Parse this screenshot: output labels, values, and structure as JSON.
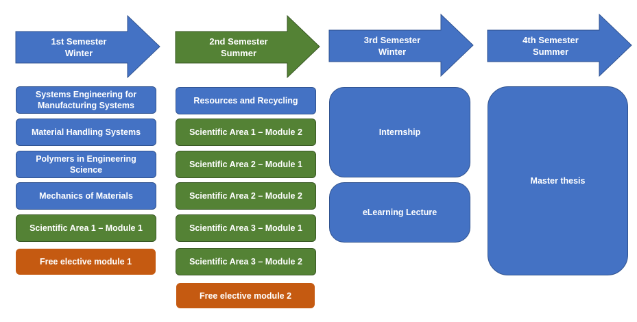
{
  "semesters": [
    {
      "line1": "1st Semester",
      "line2": "Winter",
      "color": "#4472c4"
    },
    {
      "line1": "2nd Semester",
      "line2": "Summer",
      "color": "#548235"
    },
    {
      "line1": "3rd Semester",
      "line2": "Winter",
      "color": "#4472c4"
    },
    {
      "line1": "4th Semester",
      "line2": "Summer",
      "color": "#4472c4"
    }
  ],
  "semester1": {
    "modules": [
      "Systems Engineering for Manufacturing Systems",
      "Material Handling Systems",
      "Polymers in Engineering Science",
      "Mechanics of Materials",
      "Scientific Area 1 – Module 1",
      "Free elective module 1"
    ]
  },
  "semester2": {
    "modules": [
      "Resources and Recycling",
      "Scientific Area 1 – Module 2",
      "Scientific Area 2 – Module 1",
      "Scientific Area 2 – Module 2",
      "Scientific Area 3 – Module 1",
      "Scientific Area 3 – Module 2",
      "Free elective module 2"
    ]
  },
  "semester3": {
    "modules": [
      "Internship",
      "eLearning Lecture"
    ]
  },
  "semester4": {
    "modules": [
      "Master thesis"
    ]
  },
  "colors": {
    "core": "#4472c4",
    "scientific_area": "#548235",
    "free_elective": "#c55a11"
  }
}
